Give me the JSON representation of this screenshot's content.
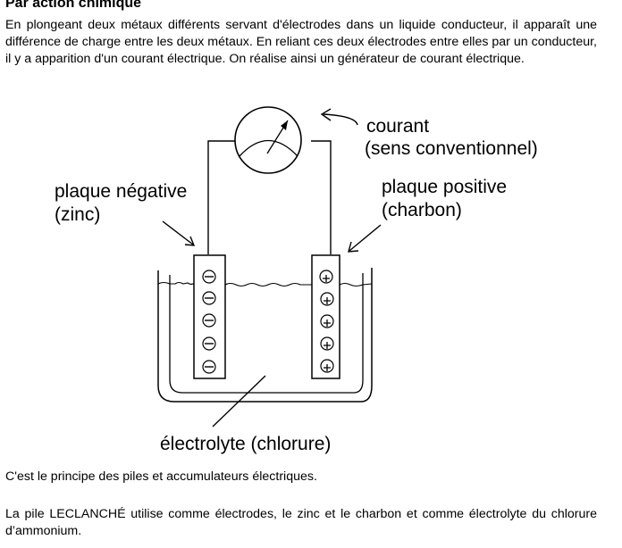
{
  "section": {
    "title": "Par action chimique",
    "intro": "En plongeant deux métaux différents servant d'électrodes dans un liquide conducteur, il apparaît une différence de charge entre les deux métaux. En reliant ces deux électrodes entre elles par un conducteur, il y a apparition d'un courant électrique. On réalise ainsi un générateur de courant électrique."
  },
  "diagram": {
    "current_label_1": "courant",
    "current_label_2": "(sens conventionnel)",
    "negative_label_1": "plaque négative",
    "negative_label_2": "(zinc)",
    "positive_label_1": "plaque positive",
    "positive_label_2": "(charbon)",
    "electrolyte_label": "électrolyte (chlorure)",
    "negative_sign": "−",
    "positive_sign": "+"
  },
  "text": {
    "principle": "C'est le principe des piles et accumulateurs électriques.",
    "leclanche": "La pile LECLANCHÉ utilise comme électrodes, le zinc et le charbon et comme électrolyte du chlorure d’ammonium."
  }
}
